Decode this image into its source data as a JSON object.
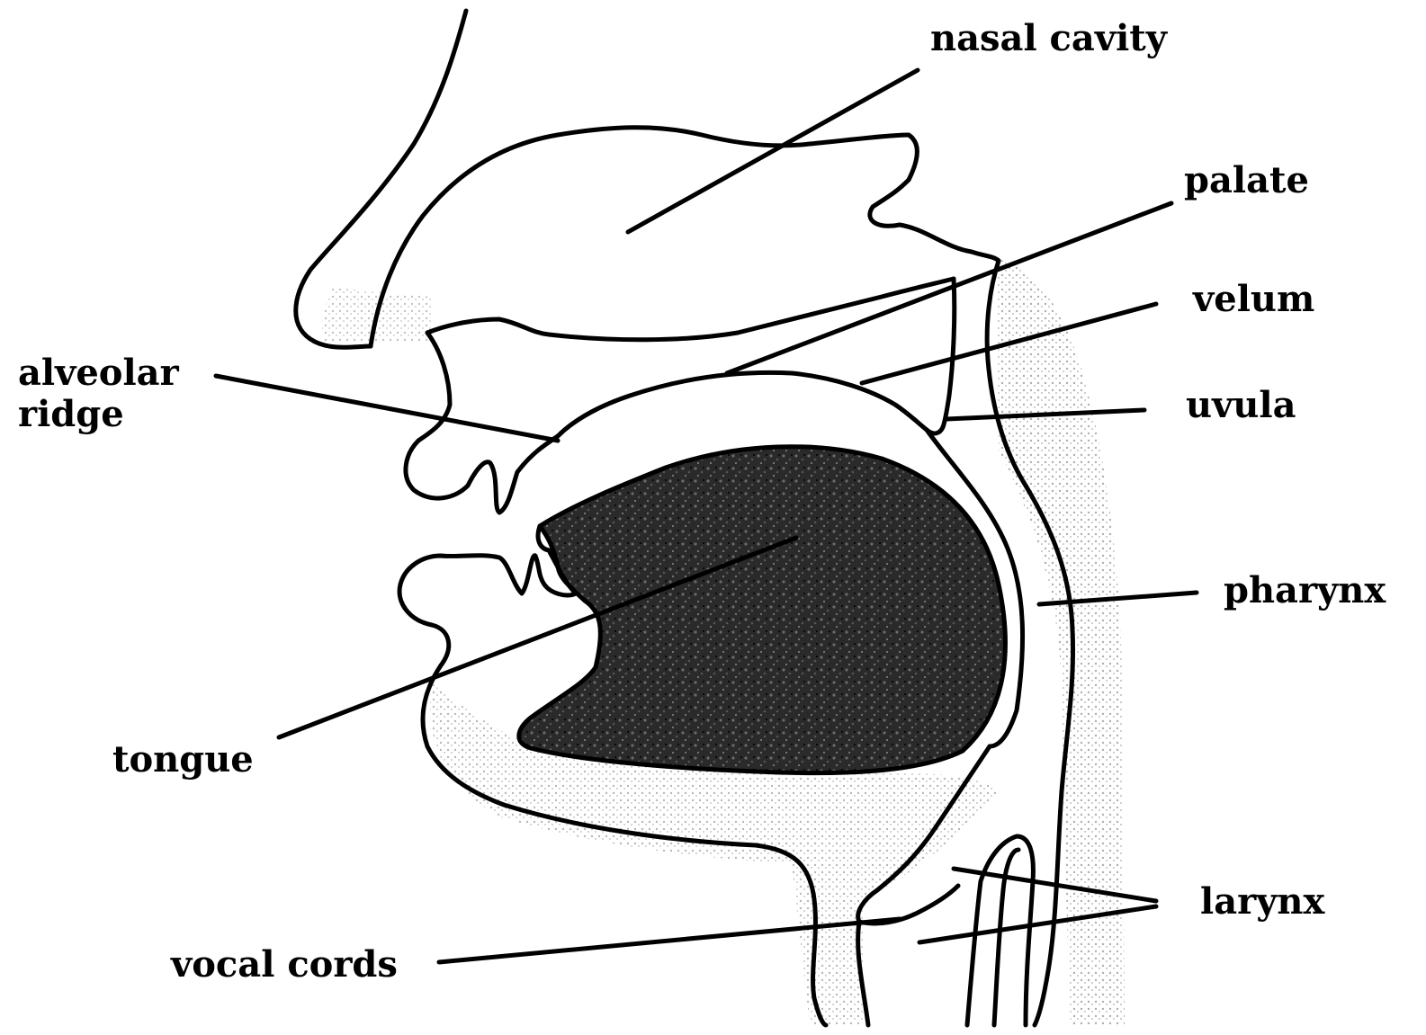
{
  "labels": {
    "nasal_cavity": "nasal cavity",
    "palate": "palate",
    "velum": "velum",
    "uvula": "uvula",
    "alveolar_ridge_line1": "alveolar",
    "alveolar_ridge_line2": "ridge",
    "pharynx": "pharynx",
    "tongue": "tongue",
    "larynx": "larynx",
    "vocal_cords": "vocal cords"
  },
  "colors": {
    "ink": "#000000",
    "tongue_fill": "#1e1e1e",
    "shading": "#bdbdbd",
    "background": "#ffffff"
  }
}
